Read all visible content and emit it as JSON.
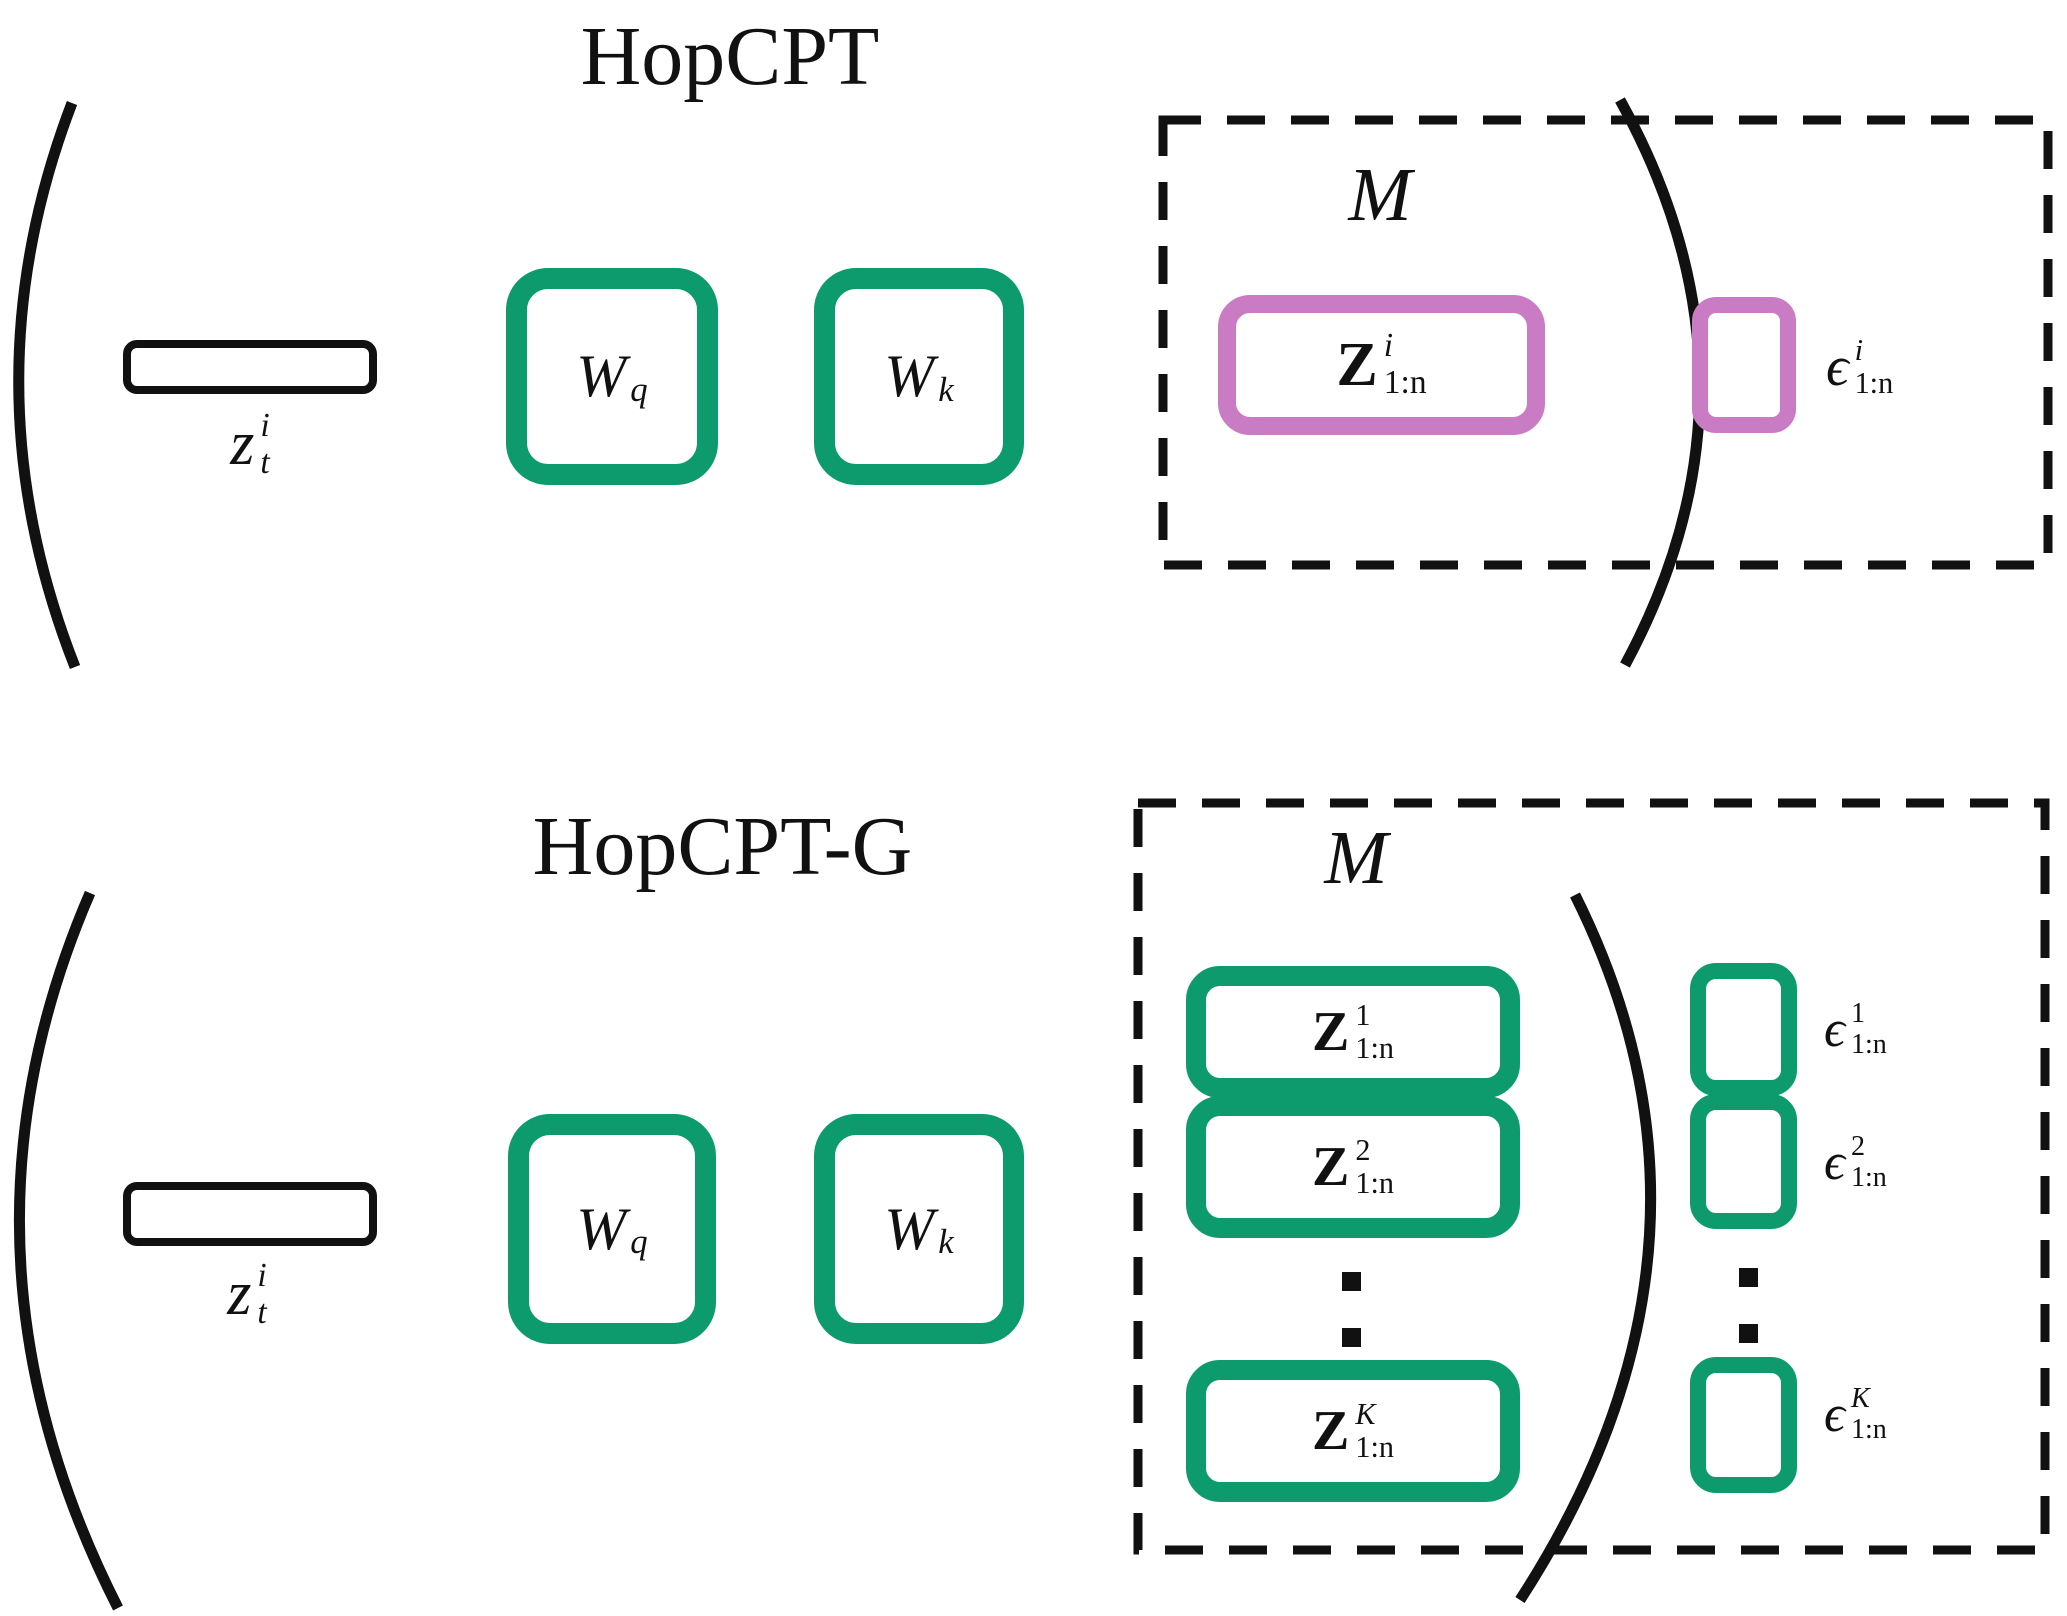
{
  "colors": {
    "green": "#0d9b6e",
    "pink": "#c97bc3",
    "line": "#111111"
  },
  "top": {
    "title": "HopCPT",
    "z_input": {
      "base": "z",
      "sup": "i",
      "sub": "t"
    },
    "wq": {
      "base": "W",
      "sub": "q"
    },
    "wk": {
      "base": "W",
      "sub": "k"
    },
    "memory_label": "M",
    "z_mem": {
      "base": "Z",
      "sup": "i",
      "sub": "1:n"
    },
    "eps": {
      "base": "ϵ",
      "sup": "i",
      "sub": "1:n"
    }
  },
  "bottom": {
    "title": "HopCPT-G",
    "z_input": {
      "base": "z",
      "sup": "i",
      "sub": "t"
    },
    "wq": {
      "base": "W",
      "sub": "q"
    },
    "wk": {
      "base": "W",
      "sub": "k"
    },
    "memory_label": "M",
    "z_mems": [
      {
        "base": "Z",
        "sup": "1",
        "sub": "1:n"
      },
      {
        "base": "Z",
        "sup": "2",
        "sub": "1:n"
      },
      {
        "base": "Z",
        "sup": "K",
        "sub": "1:n"
      }
    ],
    "eps": [
      {
        "base": "ϵ",
        "sup": "1",
        "sub": "1:n"
      },
      {
        "base": "ϵ",
        "sup": "2",
        "sub": "1:n"
      },
      {
        "base": "ϵ",
        "sup": "K",
        "sub": "1:n"
      }
    ]
  }
}
